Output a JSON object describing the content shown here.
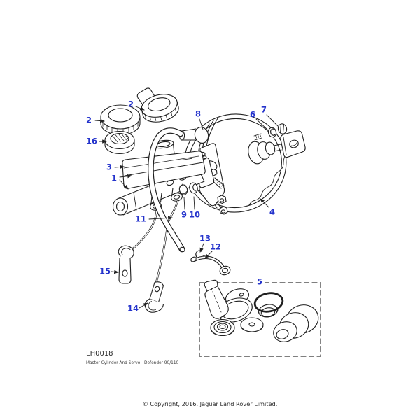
{
  "drawing": {
    "code": "LH0018",
    "caption": "Master Cylinder And Servo - Defender 90/110",
    "copyright": "© Copyright, 2016. Jaguar Land Rover Limited.",
    "callout_color": "#2433cc",
    "line_color": "#1f1f1f"
  },
  "callouts": [
    {
      "part": "filler-cap-top",
      "text": "2"
    },
    {
      "part": "filler-cap-left",
      "text": "2"
    },
    {
      "part": "cap-seal",
      "text": "16"
    },
    {
      "part": "reservoir",
      "text": "3"
    },
    {
      "part": "master-cylinder",
      "text": "1"
    },
    {
      "part": "vacuum-elbow",
      "text": "8"
    },
    {
      "part": "lock-washer",
      "text": "6"
    },
    {
      "part": "nut",
      "text": "7"
    },
    {
      "part": "servo",
      "text": "4"
    },
    {
      "part": "seal-front",
      "text": "9"
    },
    {
      "part": "seal-rear",
      "text": "10"
    },
    {
      "part": "vacuum-hose",
      "text": "11"
    },
    {
      "part": "clip",
      "text": "13"
    },
    {
      "part": "pipe",
      "text": "12"
    },
    {
      "part": "bracket-upper",
      "text": "15"
    },
    {
      "part": "bracket-lower",
      "text": "14"
    },
    {
      "part": "repair-kit",
      "text": "5"
    }
  ]
}
